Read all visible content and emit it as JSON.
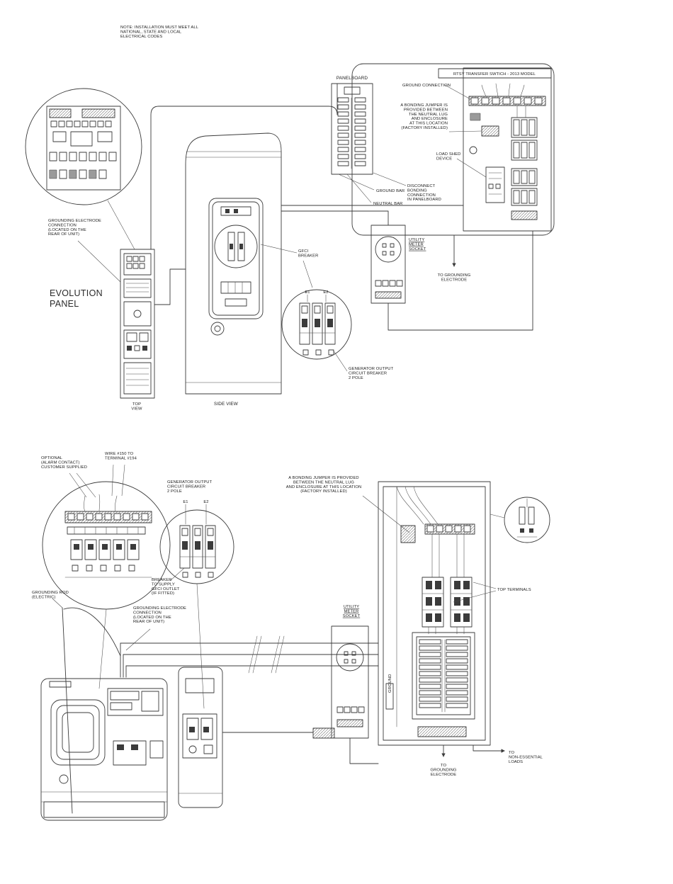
{
  "top": {
    "note": [
      "NOTE: INSTALLATION MUST MEET ALL",
      "NATIONAL, STATE AND LOCAL",
      "ELECTRICAL CODES"
    ],
    "evolution_panel": [
      "EVOLUTION",
      "PANEL"
    ],
    "top_view": [
      "TOP",
      "VIEW"
    ],
    "side_view": "SIDE VIEW",
    "grounding_electrode_connection": [
      "GROUNDING ELECTRODE",
      "CONNECTION",
      "(LOCATED ON THE",
      "REAR OF UNIT)"
    ],
    "gfci_breaker": [
      "GFCI",
      "BREAKER"
    ],
    "generator_output_breaker": [
      "GENERATOR OUTPUT",
      "CIRCUIT BREAKER",
      "2 POLE"
    ],
    "e1": "E1",
    "e2": "E2",
    "panelboard": "PANELBOARD",
    "ground_bar": "GROUND BAR",
    "neutral_bar": "NEUTRAL BAR",
    "disconnect_bonding": [
      "DISCONNECT",
      "BONDING",
      "CONNECTION",
      "IN PANELBOARD"
    ],
    "utility_meter_socket": [
      "UTILITY",
      "METER",
      "SOCKET"
    ],
    "to_grounding_electrode": [
      "TO GROUNDING",
      "ELECTRODE"
    ],
    "rtsy_title": "RTSY TRANSFER SWTICH - 2013 MODEL",
    "ground_connection": "GROUND CONNECTION",
    "bonding_jumper": [
      "A BONDING JUMPER IS",
      "PROVIDED BETWEEN",
      "THE NEUTRAL LUG",
      "AND ENCLOSURE",
      "AT THIS LOCATION",
      "(FACTORY INSTALLED)"
    ],
    "load_shed_device": [
      "LOAD SHED",
      "DEVICE"
    ]
  },
  "bottom": {
    "optional_alarm": [
      "OPTIONAL",
      "(ALARM CONTACT)",
      "CUSTOMER SUPPLIED"
    ],
    "wire_150": [
      "WIRE #150 TO",
      "TERMINAL #194"
    ],
    "generator_output_breaker": [
      "GENERATOR OUTPUT",
      "CIRCUIT BREAKER",
      "2 POLE"
    ],
    "e1": "E1",
    "e2": "E2",
    "bonding_jumper": [
      "A BONDING JUMPER IS PROVIDED",
      "BETWEEN THE NEUTRAL LUG",
      "AND ENCLOSURE AT THIS LOCATION",
      "(FACTORY INSTALLED)"
    ],
    "breaker_gfci": [
      "BREAKER",
      "TO SUPPLY",
      "GFCI OUTLET",
      "(IF FITTED)"
    ],
    "grounding_rod": [
      "GROUNDING ROD",
      "(ELECTRIC)"
    ],
    "grounding_electrode_connection": [
      "GROUNDING ELECTRODE",
      "CONNECTION",
      "(LOCATED ON THE",
      "REAR OF UNIT)"
    ],
    "utility_meter_socket": [
      "UTILITY",
      "METER",
      "SOCKET"
    ],
    "top_terminals": "TOP TERMINALS",
    "ground": "GROUND",
    "to_grounding_electrode": [
      "TO",
      "GROUNDING",
      "ELECTRODE"
    ],
    "to_non_essential_loads": [
      "TO",
      "NON-ESSENTIAL",
      "LOADS"
    ]
  }
}
